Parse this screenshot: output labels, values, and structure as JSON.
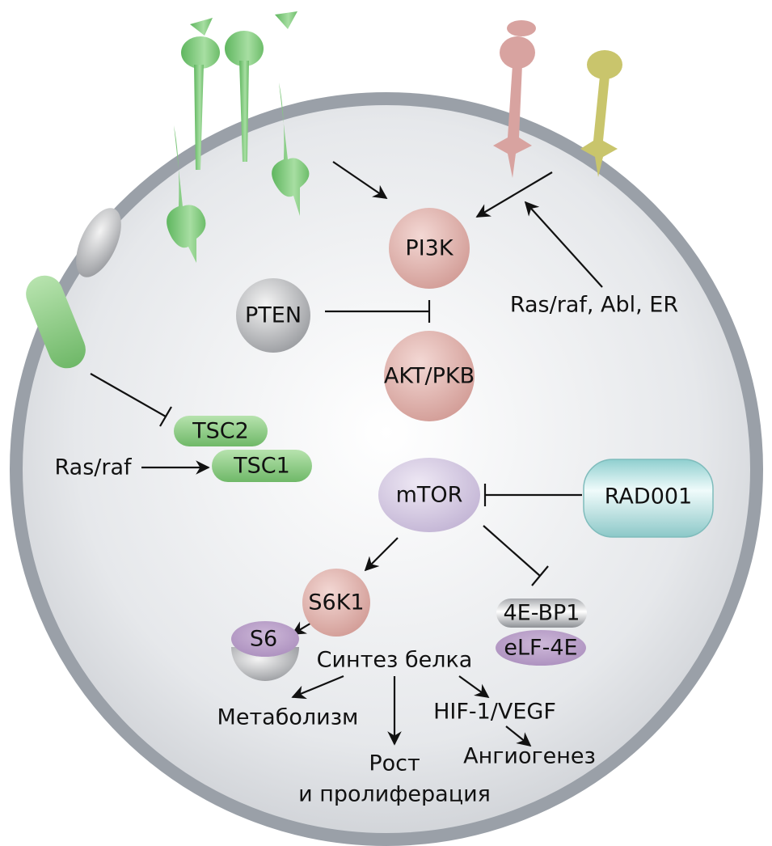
{
  "nodes": {
    "pi3k": "PI3K",
    "pten": "PTEN",
    "akt": "AKT/PKB",
    "tsc2": "TSC2",
    "tsc1": "TSC1",
    "mtor": "mTOR",
    "rad001": "RAD001",
    "s6k1": "S6K1",
    "s6": "S6",
    "bp1": "4E-BP1",
    "elf4e": "eLF-4E"
  },
  "labels": {
    "ras_abl_er": "Ras/raf, Abl, ER",
    "ras_raf": "Ras/raf",
    "protein_synthesis": "Синтез белка",
    "metabolism": "Метаболизм",
    "hif_vegf": "HIF-1/VEGF",
    "angiogenesis": "Ангиогенез",
    "growth_1": "Рост",
    "growth_2": "и пролиферация"
  },
  "colors": {
    "receptor_green": "#7ec87e",
    "receptor_red": "#d49a98",
    "receptor_yellow": "#c8c46a",
    "kinase_pink": "#e2b3ad",
    "mtor_lavender": "#d8cfe4",
    "rad001_teal": "#b9e1e0",
    "tsc_green": "#8fcf86",
    "membrane": "#9aa0a8"
  }
}
